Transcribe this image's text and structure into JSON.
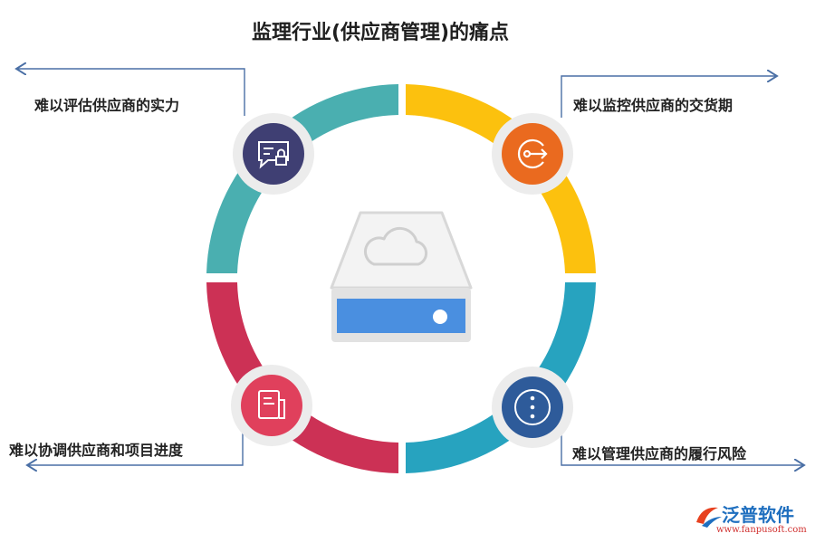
{
  "title": "监理行业(供应商管理)的痛点",
  "pain_points": [
    {
      "label": "难以评估供应商的实力",
      "icon": "chat-lock-icon",
      "color": "#3f3f73"
    },
    {
      "label": "难以监控供应商的交货期",
      "icon": "arrow-circle-icon",
      "color": "#ea6a1f"
    },
    {
      "label": "难以协调供应商和项目进度",
      "icon": "document-icon",
      "color": "#e0405c"
    },
    {
      "label": "难以管理供应商的履行风险",
      "icon": "more-vertical-icon",
      "color": "#2e5b9a"
    }
  ],
  "ring_colors": {
    "top_left": "#4aafb0",
    "top_right": "#fcc10e",
    "bottom_right": "#27a3bf",
    "bottom_left": "#cc3155"
  },
  "center_icon": "cloud-storage-drive-icon",
  "logo": {
    "name": "泛普软件",
    "url": "www.fanpusoft.com"
  }
}
